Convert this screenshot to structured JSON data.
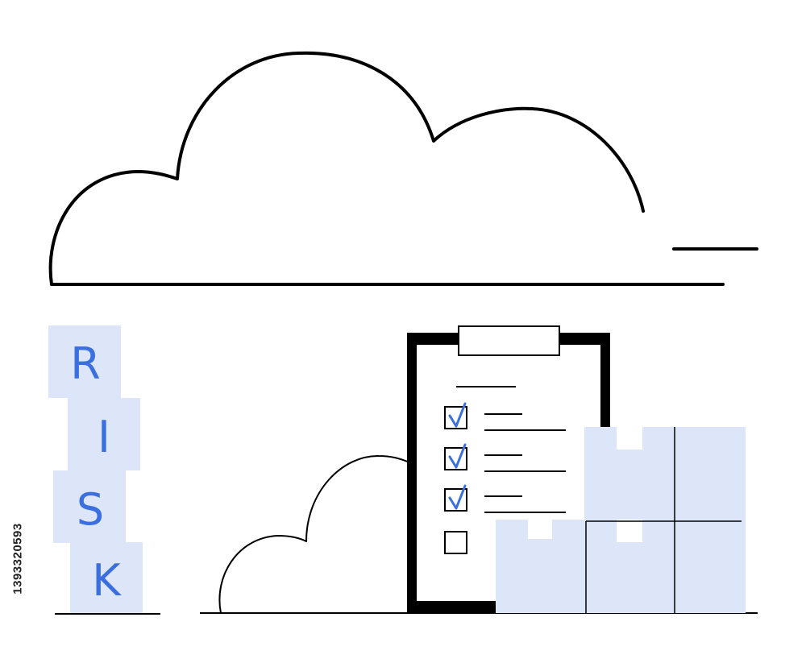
{
  "risk_blocks": [
    "R",
    "I",
    "S",
    "K"
  ],
  "checklist": {
    "items": [
      {
        "checked": true
      },
      {
        "checked": true
      },
      {
        "checked": true
      },
      {
        "checked": false
      }
    ]
  },
  "stock_id": "1393320593",
  "colors": {
    "stroke": "#000000",
    "block_fill": "#dce6f8",
    "accent": "#3b6fe0",
    "background": "#ffffff"
  },
  "icons": [
    "cloud-icon",
    "clipboard-icon",
    "checkbox-icon",
    "checkmark-icon",
    "box-icon"
  ]
}
